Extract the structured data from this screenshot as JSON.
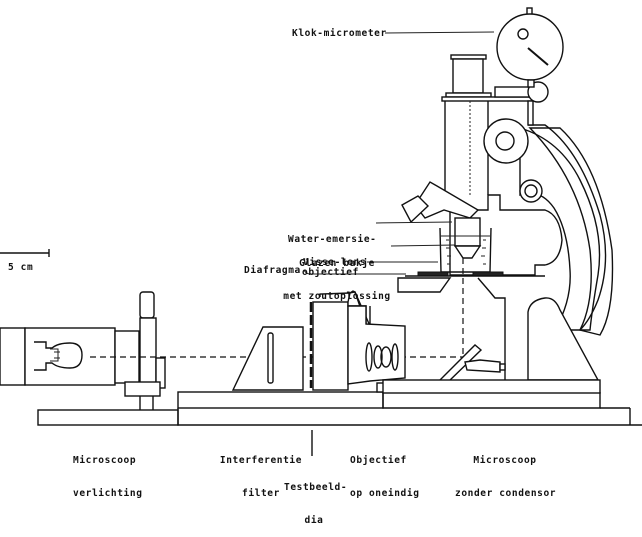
{
  "diagram": {
    "type": "technical-drawing",
    "subject": "Microscoop opstelling met water-emersie-objectief",
    "labels": {
      "klok_micrometer": "Klok-micrometer",
      "water_emersie_1": "Water-emersie-",
      "water_emersie_2": "objectief",
      "glazen_bakje_1": "Glazen bakje",
      "glazen_bakje_2": "met zoutoplossing",
      "visse_lens": "Visse-lens",
      "diafragma": "Diafragma",
      "scale_bar": "5 cm",
      "microscoop_verlichting_1": "Microscoop",
      "microscoop_verlichting_2": "verlichting",
      "interferentie_filter_1": "Interferentie",
      "interferentie_filter_2": "filter",
      "testbeeld_dia_1": "Testbeeld-",
      "testbeeld_dia_2": "dia",
      "objectief_oneindig_1": "Objectief",
      "objectief_oneindig_2": "op oneindig",
      "microscoop_zonder_condensor_1": "Microscoop",
      "microscoop_zonder_condensor_2": "zonder condensor"
    }
  }
}
